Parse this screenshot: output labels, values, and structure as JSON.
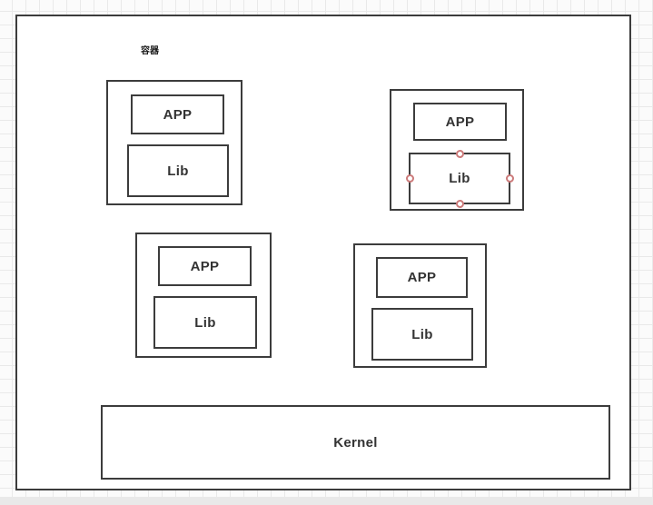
{
  "diagram": {
    "outer_label": "容器",
    "kernel_label": "Kernel",
    "containers": [
      {
        "app": "APP",
        "lib": "Lib",
        "lib_selected": false
      },
      {
        "app": "APP",
        "lib": "Lib",
        "lib_selected": true
      },
      {
        "app": "APP",
        "lib": "Lib",
        "lib_selected": false
      },
      {
        "app": "APP",
        "lib": "Lib",
        "lib_selected": false
      }
    ],
    "colors": {
      "shape_border": "#3c3c3c",
      "shape_fill": "#ffffff",
      "text": "#333333",
      "grid_line": "#e9e9e9",
      "canvas_bg": "#fbfbfb",
      "handle_stroke": "#cc7a7a",
      "handle_fill": "#ffffff"
    }
  }
}
